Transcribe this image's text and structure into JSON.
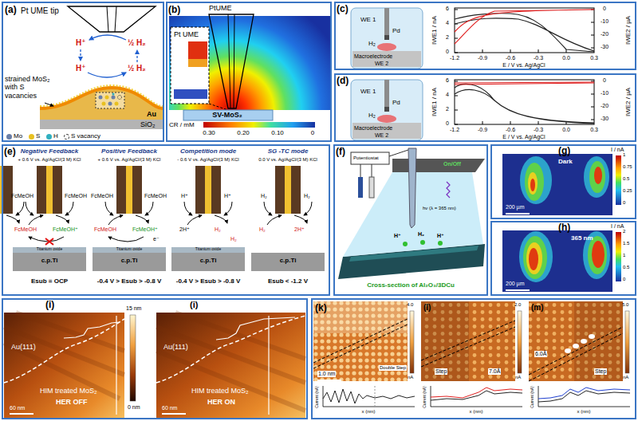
{
  "diagram": {
    "nodes": [
      {
        "text": [
          "(a)"
        ]
      },
      {
        "text": [
          "(b)"
        ]
      },
      {
        "text": [
          "(c)"
        ]
      },
      {
        "text": [
          "(d)"
        ]
      },
      {
        "text": [
          "(e)"
        ]
      },
      {
        "text": [
          "(f)"
        ]
      },
      {
        "text": [
          "(g)"
        ]
      },
      {
        "text": [
          "(h)"
        ]
      },
      {
        "text": [
          "(i)"
        ]
      },
      {
        "text": [
          "(k)"
        ]
      }
    ],
    "labels": [
      "Pt UME tip",
      "H⁺",
      "½ H₂",
      "H⁺",
      "½ H₂",
      "strained MoS₂ with S vacancies",
      "Au",
      "SiO₂",
      "PtUME",
      "Pt UME",
      "SV-MoS₂",
      "CR / mM",
      "0.30",
      "0.20",
      "0.10",
      "0",
      "WE 1",
      "Pd",
      "H₂",
      "Macroelectrode",
      "WE 2",
      "IWE1 / nA",
      "6",
      "4",
      "2",
      "0",
      "IWE2 / µA",
      "0",
      "-10",
      "-20",
      "-30",
      "-1.2",
      "-0.9",
      "-0.6",
      "-0.3",
      "0.0",
      "0.3",
      "E / V vs. Ag/AgCl",
      "WE 1",
      "Pd",
      "H₂",
      "Macroelectrode",
      "WE 2",
      "IWE1 / nA",
      "6",
      "4",
      "2",
      "0",
      "IWE2 / µA",
      "0",
      "-10",
      "-20",
      "-30",
      "-1.2",
      "-0.9",
      "-0.6",
      "-0.3",
      "0.0",
      "0.3",
      "E / V vs. Ag/AgCl",
      "Negative Feedback",
      "Positive Feedback",
      "Competition mode",
      "SG -TC mode",
      "+ 0.6 V vs. Ag/AgCl/(3 M) KCl",
      "+ 0.6 V vs. Ag/AgCl/(3 M) KCl",
      "- 0.6 V vs. Ag/AgCl/(3 M) KCl",
      "0.0 V vs. Ag/AgCl/(3 M) KCl",
      "FcMeOH",
      "FcMeOH",
      "FcMeOH",
      "FcMeOH⁺",
      "Titanium oxide",
      "c.p.Ti",
      "Esub = OCP",
      "FcMeOH",
      "FcMeOH",
      "FcMeOH",
      "FcMeOH⁺",
      "e⁻",
      "Titanium oxide",
      "c.p.Ti",
      "-0.4 V > Esub > -0.8 V",
      "H⁺",
      "H⁺",
      "2H⁺",
      "H₂",
      "H₂",
      "Titanium oxide",
      "c.p.Ti",
      "-0.4 V > Esub > -0.8 V",
      "H₂",
      "H₂",
      "H₂",
      "2H⁺",
      "c.p.Ti",
      "Esub < -1.2 V",
      "Potentiostat",
      "On/Off",
      "hν (λ = 365 nm)",
      "H⁺",
      "H₂",
      "H⁺",
      "Cross-section of Al₂O₃/3DCu",
      "Dark",
      "I / nA",
      "1",
      "0.75",
      "0.5",
      "0.25",
      "0",
      "200 µm",
      "365 nm",
      "I / nA",
      "2",
      "1.5",
      "1",
      "0.5",
      "0",
      "200 µm",
      "(i)",
      "Au(111)",
      "HIM treated MoS₂",
      "HER OFF",
      "60 nm",
      "15 nm",
      "0 nm",
      "Au(111)",
      "HIM treated MoS₂",
      "HER ON",
      "60 nm",
      "(l)",
      "(m)",
      "1.0 nm",
      "Double Step",
      "4.0",
      "nA",
      "7.0Å",
      "Step",
      "2.0",
      "nA",
      "6.0Å",
      "Step",
      "5.0",
      "nA",
      "Current (nA)",
      "x (nm)",
      "Current (nA)",
      "x (nm)",
      "Current (nA)",
      "x (nm)"
    ],
    "legend": [
      {
        "text": "Mo",
        "color": "#6a7fa8"
      },
      {
        "text": "S",
        "color": "#e8c020"
      },
      {
        "text": "H",
        "color": "#30b0c0"
      },
      {
        "text": "S vacancy"
      }
    ]
  }
}
